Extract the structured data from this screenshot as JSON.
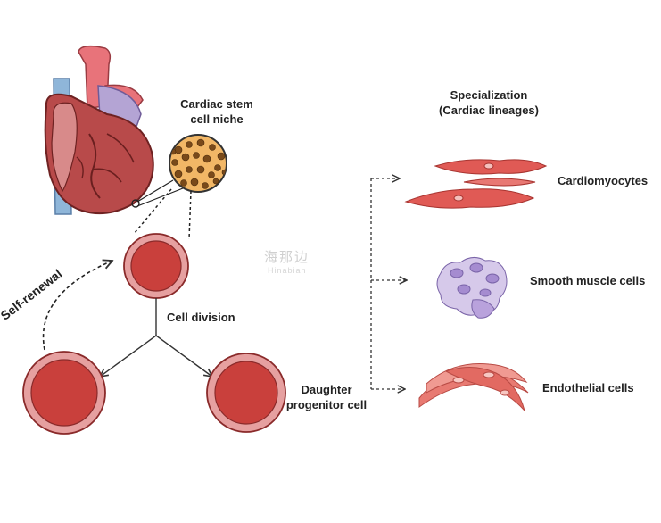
{
  "labels": {
    "niche_line1": "Cardiac stem",
    "niche_line2": "cell niche",
    "specialization_line1": "Specialization",
    "specialization_line2": "(Cardiac lineages)",
    "self_renewal": "Self-renewal",
    "cell_division": "Cell division",
    "daughter_line1": "Daughter",
    "daughter_line2": "progenitor cell",
    "cardiomyocytes": "Cardiomyocytes",
    "smooth_muscle": "Smooth muscle cells",
    "endothelial": "Endothelial cells"
  },
  "watermark": {
    "text": "海那边",
    "subtext": "Hinabian"
  },
  "colors": {
    "cell_outer": "#e6a0a0",
    "cell_inner": "#c9403c",
    "cell_outline": "#8a2a2a",
    "niche_fill": "#f2b766",
    "smooth_muscle": "#c8b8e2",
    "endothelial": "#e87a72",
    "cardiomyocyte": "#e05a55"
  }
}
